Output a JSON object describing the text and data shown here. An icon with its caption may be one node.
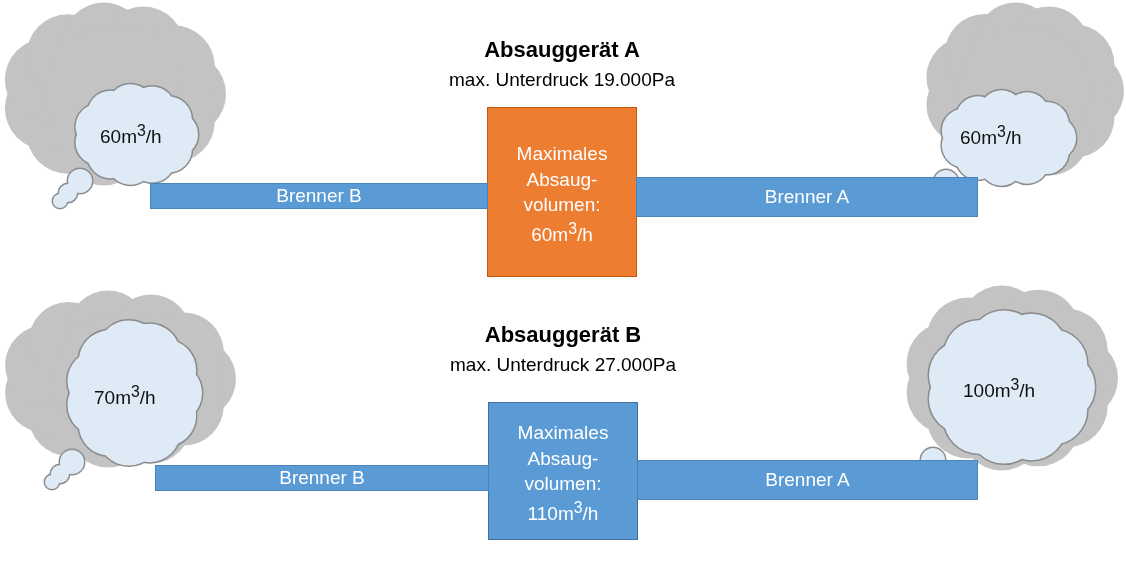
{
  "diagram": {
    "nodes": [
      {
        "text": [
          "60m$^{3}$/h"
        ]
      },
      {
        "text": [
          "Absauggerät A",
          "max. Unterdruck 19.000Pa",
          "Maximales Absaug- volumen: 60m$^{3}$/h"
        ]
      },
      {
        "text": [
          "60m$^{3}$/h"
        ]
      },
      {
        "text": [
          "Brenner B"
        ]
      },
      {
        "text": [
          "Brenner A"
        ]
      },
      {
        "text": [
          "70m$^{3}$/h"
        ]
      },
      {
        "text": [
          "Absauggerät B",
          "max. Unterdruck 27.000Pa",
          "Maximales Absaug- volumen: 110m$^{3}$/h"
        ]
      },
      {
        "text": [
          "100m$^{3}$/h"
        ]
      },
      {
        "text": [
          "Brenner B"
        ]
      },
      {
        "text": [
          "Brenner A"
        ]
      }
    ]
  }
}
